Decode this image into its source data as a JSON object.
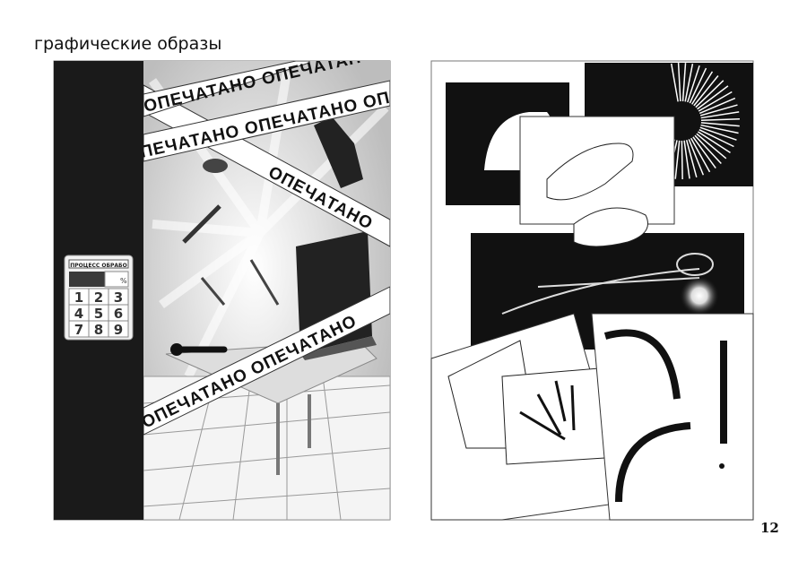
{
  "page": {
    "title": "графические образы",
    "page_number": "12"
  },
  "left_illustration": {
    "tape_text": "ОПЕЧАТАНО",
    "tape_lines": [
      "ОПЕЧАТАНО ОПЕЧАТАНО",
      "ПЕЧАТАНО ОПЕЧАТАНО ОПЕЧА",
      "ОПЕЧАТАНО",
      "ОПЕЧАТАНО ОПЕЧАТАНО"
    ],
    "keypad": {
      "label": "ПРОЦЕСС ОБРАБО",
      "unit": "%",
      "keys": [
        "1",
        "2",
        "3",
        "4",
        "5",
        "6",
        "7",
        "8",
        "9"
      ]
    }
  }
}
